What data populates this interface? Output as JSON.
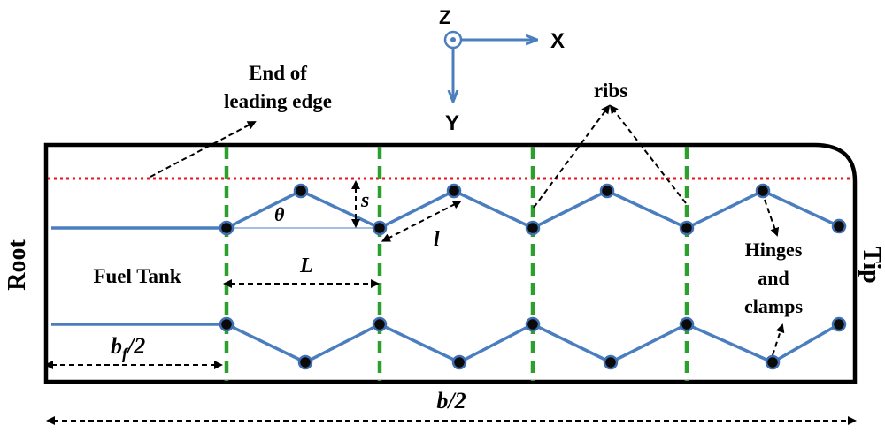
{
  "axes": {
    "z": "Z",
    "x": "X",
    "y": "Y"
  },
  "labels": {
    "end_of_leading_edge_1": "End of",
    "end_of_leading_edge_2": "leading edge",
    "ribs": "ribs",
    "root": "Root",
    "tip": "Tip",
    "fuel_tank": "Fuel Tank",
    "hinges_1": "Hinges",
    "hinges_2": "and",
    "hinges_3": "clamps",
    "theta": "θ",
    "s": "s",
    "l": "l",
    "L": "L",
    "bf_b": "b",
    "bf_sub": "f",
    "bf_rest": "/2",
    "b2": "b/2"
  },
  "colors": {
    "outline": "#000000",
    "truss": "#4a7ebf",
    "ribs": "#2ca02c",
    "leading_edge": "#e8141b",
    "node": "#0a0a0a",
    "node_stroke": "#3f6fb0"
  }
}
